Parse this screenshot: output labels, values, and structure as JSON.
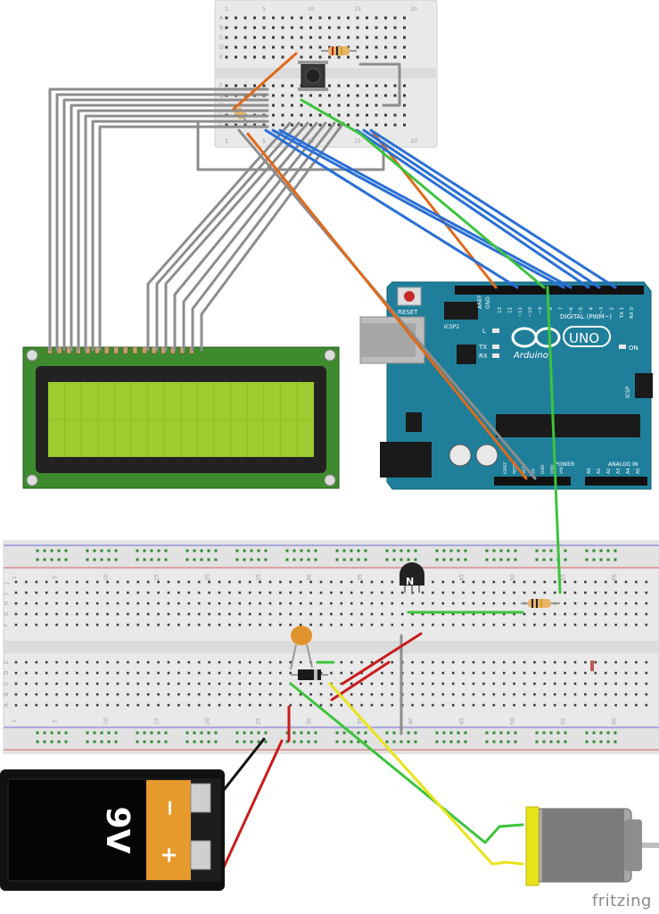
{
  "watermark": "fritzing",
  "arduino": {
    "reset_label": "RESET",
    "icsp2_label": "ICSP2",
    "icsp_label": "ICSP",
    "aref_label": "AREF",
    "gnd_label": "GND",
    "digital_label": "DIGITAL (PWM~)",
    "on_label": "ON",
    "l_label": "L",
    "tx_label": "TX",
    "rx_label": "RX",
    "logo_text": "Arduino",
    "uno_text": "UNO",
    "power_label": "POWER",
    "analog_label": "ANALOG IN",
    "digital_pins": [
      "13",
      "12",
      "~11",
      "~10",
      "~9",
      "8",
      "7",
      "~6",
      "~5",
      "4",
      "~3",
      "2",
      "TX 1",
      "RX 0"
    ],
    "power_pins": [
      "IOREF",
      "RESET",
      "3V3",
      "5V",
      "GND",
      "GND",
      "VIN"
    ],
    "analog_pins": [
      "A0",
      "A1",
      "A2",
      "A3",
      "A4",
      "A5"
    ]
  },
  "battery": {
    "label": "9V",
    "minus": "−",
    "plus": "+"
  },
  "transistor": {
    "label": "N"
  },
  "small_breadboard": {
    "col_numbers": [
      "1",
      "5",
      "10",
      "15",
      "20"
    ],
    "row_letters_top": [
      "A",
      "B",
      "C",
      "D",
      "E"
    ],
    "row_letters_bottom": [
      "F",
      "G",
      "H",
      "I",
      "J"
    ]
  },
  "large_breadboard": {
    "col_numbers": [
      "1",
      "5",
      "10",
      "15",
      "20",
      "25",
      "30",
      "35",
      "40",
      "45",
      "50",
      "55",
      "60"
    ],
    "row_letters_top": [
      "J",
      "I",
      "H",
      "G",
      "F"
    ],
    "row_letters_bottom": [
      "E",
      "D",
      "C",
      "B",
      "A"
    ]
  },
  "colors": {
    "arduino_blue": "#1f7f9a",
    "lcd_green": "#9ccc2f",
    "wire_blue": "#2a6fd6",
    "wire_green": "#3cc43c",
    "wire_orange": "#e06a1a",
    "wire_gray": "#8d8d8d",
    "wire_red": "#c81c1c",
    "wire_yellow": "#e9e31a",
    "wire_black": "#111111"
  }
}
